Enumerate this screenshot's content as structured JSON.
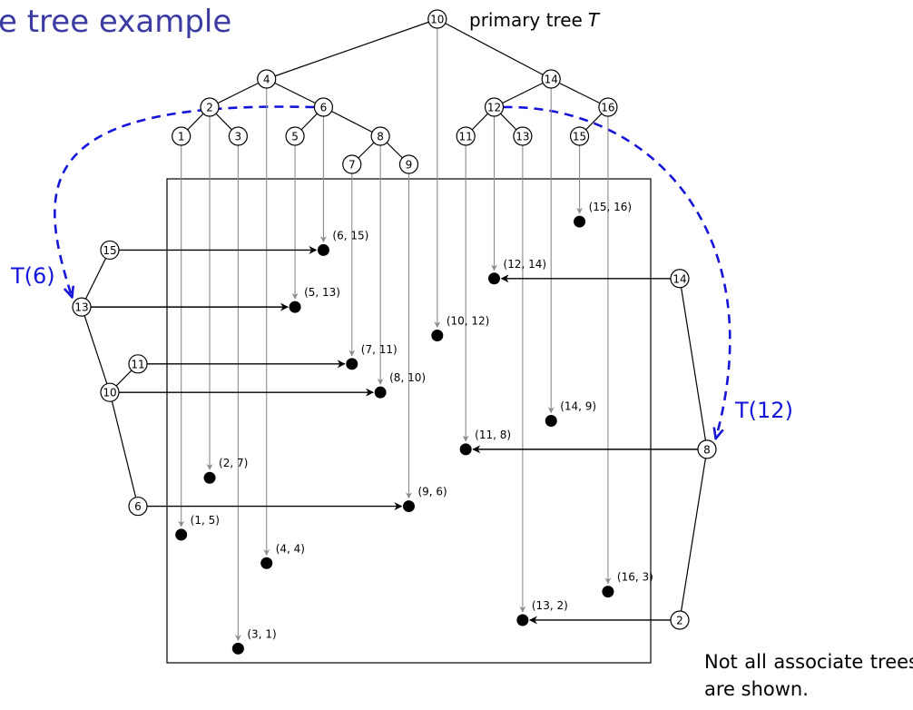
{
  "title": "e tree example",
  "primary_tree_label": "primary tree",
  "primary_tree_symbol": "T",
  "note": "Not all associate trees are shown.",
  "primary_tree": {
    "nodes": [
      "10",
      "4",
      "14",
      "6",
      "12",
      "16",
      "2",
      "5",
      "8",
      "11",
      "13",
      "15",
      "1",
      "3",
      "7",
      "9"
    ],
    "edges": [
      [
        "10",
        "4"
      ],
      [
        "10",
        "14"
      ],
      [
        "4",
        "2"
      ],
      [
        "4",
        "6"
      ],
      [
        "6",
        "5"
      ],
      [
        "6",
        "8"
      ],
      [
        "2",
        "1"
      ],
      [
        "2",
        "3"
      ],
      [
        "8",
        "7"
      ],
      [
        "8",
        "9"
      ],
      [
        "14",
        "12"
      ],
      [
        "14",
        "16"
      ],
      [
        "12",
        "11"
      ],
      [
        "12",
        "13"
      ],
      [
        "16",
        "15"
      ]
    ]
  },
  "points": [
    {
      "label": "(15, 16)",
      "x": 15,
      "y": 16
    },
    {
      "label": "(6, 15)",
      "x": 6,
      "y": 15
    },
    {
      "label": "(12, 14)",
      "x": 12,
      "y": 14
    },
    {
      "label": "(5, 13)",
      "x": 5,
      "y": 13
    },
    {
      "label": "(10, 12)",
      "x": 10,
      "y": 12
    },
    {
      "label": "(7, 11)",
      "x": 7,
      "y": 11
    },
    {
      "label": "(8, 10)",
      "x": 8,
      "y": 10
    },
    {
      "label": "(14, 9)",
      "x": 14,
      "y": 9
    },
    {
      "label": "(11, 8)",
      "x": 11,
      "y": 8
    },
    {
      "label": "(2, 7)",
      "x": 2,
      "y": 7
    },
    {
      "label": "(9, 6)",
      "x": 9,
      "y": 6
    },
    {
      "label": "(1, 5)",
      "x": 1,
      "y": 5
    },
    {
      "label": "(4, 4)",
      "x": 4,
      "y": 4
    },
    {
      "label": "(16, 3)",
      "x": 16,
      "y": 3
    },
    {
      "label": "(13, 2)",
      "x": 13,
      "y": 2
    },
    {
      "label": "(3, 1)",
      "x": 3,
      "y": 1
    }
  ],
  "associate_trees": [
    {
      "label": "T(6)",
      "side": "left",
      "source_node": "6",
      "nodes": [
        "13",
        "15",
        "10",
        "11",
        "6"
      ],
      "edges": [
        [
          "13",
          "15"
        ],
        [
          "13",
          "10"
        ],
        [
          "10",
          "11"
        ],
        [
          "10",
          "6"
        ]
      ],
      "arrows_to_points": [
        [
          "15",
          "(6, 15)"
        ],
        [
          "13",
          "(5, 13)"
        ],
        [
          "11",
          "(7, 11)"
        ],
        [
          "10",
          "(8, 10)"
        ],
        [
          "6",
          "(9, 6)"
        ]
      ]
    },
    {
      "label": "T(12)",
      "side": "right",
      "source_node": "12",
      "nodes": [
        "8",
        "14",
        "2"
      ],
      "edges": [
        [
          "8",
          "14"
        ],
        [
          "8",
          "2"
        ]
      ],
      "arrows_to_points": [
        [
          "14",
          "(12, 14)"
        ],
        [
          "8",
          "(11, 8)"
        ],
        [
          "2",
          "(13, 2)"
        ]
      ]
    }
  ],
  "colors": {
    "title": "#3b3ba3",
    "associate": "#1515d9",
    "projection": "#8c8c8c",
    "ink": "#000000"
  }
}
